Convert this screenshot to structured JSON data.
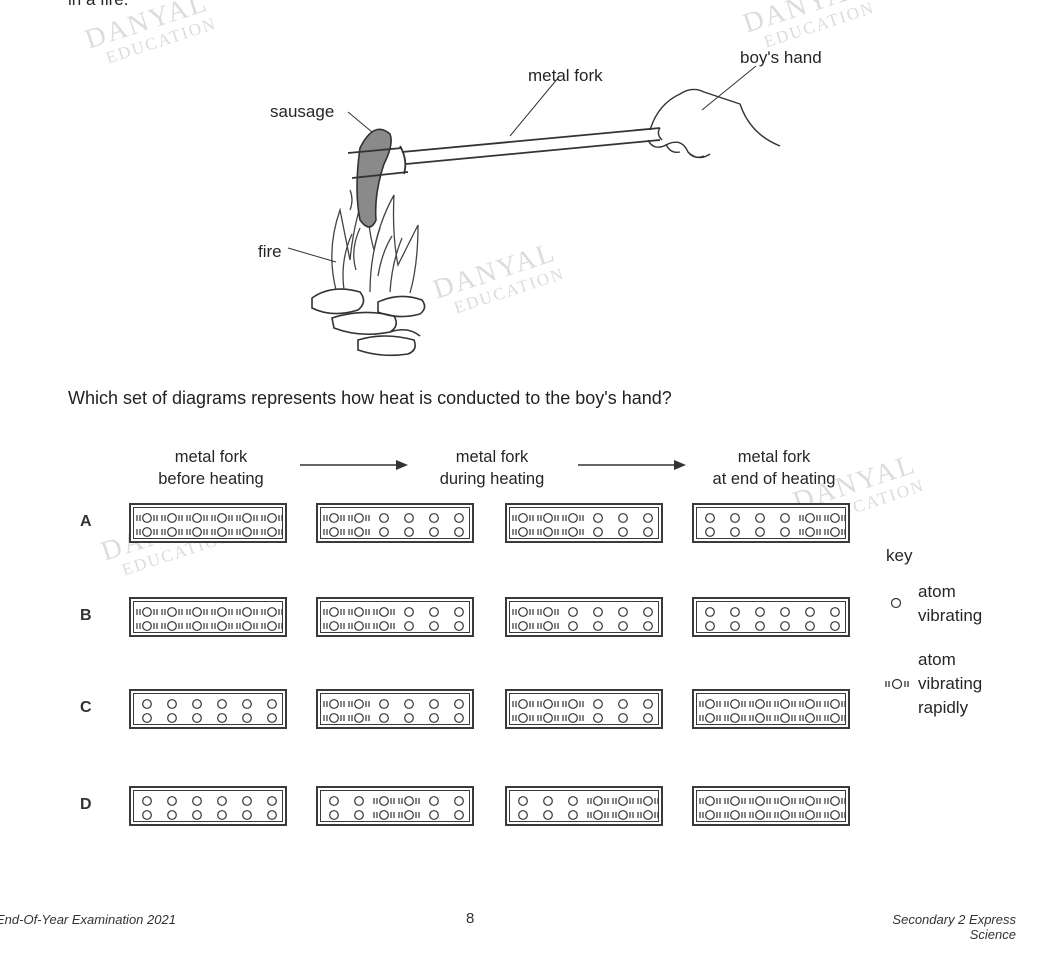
{
  "watermark": {
    "line1": "DANYAL",
    "line2": "EDUCATION"
  },
  "header_fragment": "in a fire.",
  "illustration": {
    "labels": {
      "sausage": "sausage",
      "fork": "metal fork",
      "hand": "boy's hand",
      "fire": "fire"
    }
  },
  "question": "Which set of diagrams represents how heat is conducted to the boy's hand?",
  "columns": [
    {
      "line1": "metal fork",
      "line2": "before heating"
    },
    {
      "line1": "metal fork",
      "line2": "during heating"
    },
    {
      "line1": "metal fork",
      "line2": "at end of heating"
    }
  ],
  "options": [
    {
      "label": "A",
      "boxes": [
        [
          1,
          1,
          1,
          1,
          1,
          1
        ],
        [
          1,
          1,
          0,
          0,
          0,
          0
        ],
        [
          1,
          1,
          1,
          0,
          0,
          0
        ],
        [
          0,
          0,
          0,
          0,
          1,
          1
        ]
      ]
    },
    {
      "label": "B",
      "boxes": [
        [
          1,
          1,
          1,
          1,
          1,
          1
        ],
        [
          1,
          1,
          1,
          0,
          0,
          0
        ],
        [
          1,
          1,
          0,
          0,
          0,
          0
        ],
        [
          0,
          0,
          0,
          0,
          0,
          0
        ]
      ]
    },
    {
      "label": "C",
      "boxes": [
        [
          0,
          0,
          0,
          0,
          0,
          0
        ],
        [
          1,
          1,
          0,
          0,
          0,
          0
        ],
        [
          1,
          1,
          1,
          0,
          0,
          0
        ],
        [
          1,
          1,
          1,
          1,
          1,
          1
        ]
      ]
    },
    {
      "label": "D",
      "boxes": [
        [
          0,
          0,
          0,
          0,
          0,
          0
        ],
        [
          0,
          0,
          1,
          1,
          0,
          0
        ],
        [
          0,
          0,
          0,
          1,
          1,
          1
        ],
        [
          1,
          1,
          1,
          1,
          1,
          1
        ]
      ]
    }
  ],
  "key": {
    "title": "key",
    "atom_vibrating": [
      "atom",
      "vibrating"
    ],
    "atom_vibrating_rapidly": [
      "atom",
      "vibrating",
      "rapidly"
    ]
  },
  "footer": {
    "left": "End-Of-Year Examination 2021",
    "center": "8",
    "right_line1": "Secondary 2 Express",
    "right_line2": "Science"
  }
}
